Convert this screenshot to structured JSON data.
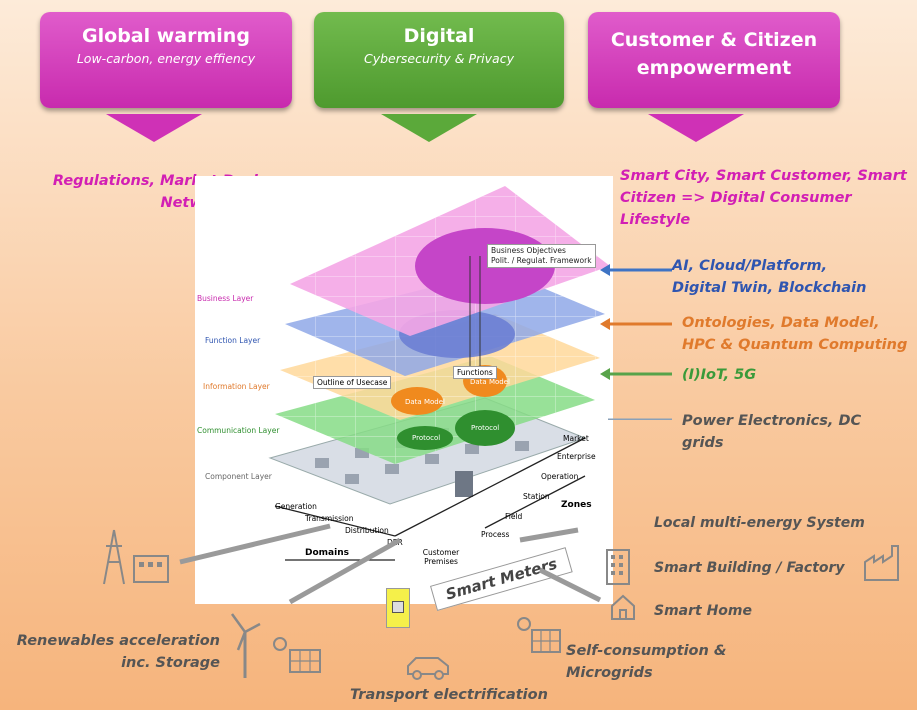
{
  "drivers": [
    {
      "title": "Global warming",
      "subtitle": "Low-carbon, energy effiency",
      "color": "#d63dbf"
    },
    {
      "title": "Digital",
      "subtitle": "Cybersecurity & Privacy",
      "color": "#5ba93a"
    },
    {
      "title": "Customer & Citizen",
      "title2": "empowerment",
      "subtitle": "",
      "color": "#d63dbf"
    }
  ],
  "left_text": {
    "line1": "Regulations, Market Design,",
    "line2": "Network Codes"
  },
  "right_top": {
    "line1": "Smart City, Smart Customer, Smart",
    "line2": "Citizen => Digital Consumer Lifestyle"
  },
  "tech": {
    "ai1": "AI, Cloud/Platform,",
    "ai2": "Digital Twin, Blockchain",
    "onto1": "Ontologies, Data Model,",
    "onto2": "HPC & Quantum Computing",
    "iot": "(I)IoT, 5G",
    "power1": "Power Electronics, DC",
    "power2": "grids"
  },
  "layers": [
    "Business Layer",
    "Function Layer",
    "Information Layer",
    "Communication Layer",
    "Component Layer"
  ],
  "diagram_labels": {
    "biz1": "Business Objectives",
    "biz2": "Polit. / Regulat. Framework",
    "usecase": "Outline of Usecase",
    "functions": "Functions",
    "datamodel": "Data Model",
    "datamodel2": "Data Model",
    "protocol": "Protocol",
    "protocol2": "Protocol",
    "zones": [
      "Market",
      "Enterprise",
      "Operation",
      "Station",
      "Field",
      "Process"
    ],
    "zones_title": "Zones",
    "domains": [
      "Generation",
      "Transmission",
      "Distribution",
      "DER",
      "Customer Premises"
    ],
    "domains_title": "Domains"
  },
  "bottom": {
    "local": "Local multi-energy System",
    "building": "Smart Building / Factory",
    "home": "Smart Home",
    "meters": "Smart Meters",
    "renew1": "Renewables acceleration",
    "renew2": "inc. Storage",
    "self1": "Self-consumption &",
    "self2": "Microgrids",
    "transport": "Transport electrification"
  }
}
